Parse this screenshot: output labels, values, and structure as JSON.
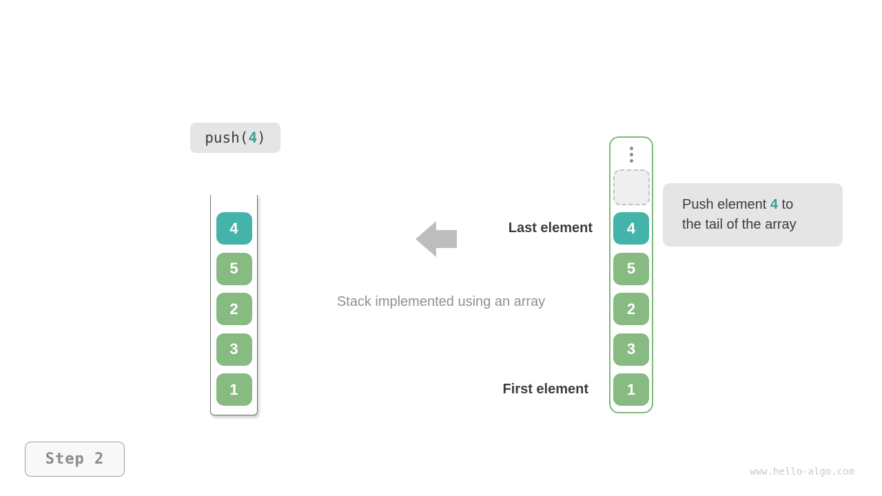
{
  "colors": {
    "page_bg": "#ffffff",
    "label_bg": "#e5e5e5",
    "text_dark": "#3c3c3c",
    "accent_teal_text": "#3a9e93",
    "cell_teal": "#44b4aa",
    "cell_green": "#87bb81",
    "array_border": "#7cb977",
    "container_border": "#707070",
    "empty_bg": "#efefef",
    "empty_border": "#c2c2c2",
    "dot_gray": "#8a8a8a",
    "caption_gray": "#909090",
    "arrow_gray": "#bdbdbd",
    "step_bg": "#f8f8f8",
    "step_border": "#9e9e9e",
    "step_text": "#8c8c8c",
    "watermark_gray": "#c9c9c9"
  },
  "operation": {
    "prefix": "push(",
    "value": "4",
    "suffix": ")"
  },
  "stack": {
    "values": [
      "4",
      "5",
      "2",
      "3",
      "1"
    ]
  },
  "array": {
    "ellipsis_icon": "vertical-ellipsis",
    "values": [
      "4",
      "5",
      "2",
      "3",
      "1"
    ]
  },
  "tooltip": {
    "line1_before": "Push element ",
    "line1_value": "4",
    "line1_after": " to",
    "line2": "the tail of the array"
  },
  "labels": {
    "last_element": "Last element",
    "first_element": "First element",
    "caption": "Stack implemented using an array"
  },
  "step": {
    "label": "Step 2"
  },
  "footer": {
    "watermark": "www.hello-algo.com"
  }
}
